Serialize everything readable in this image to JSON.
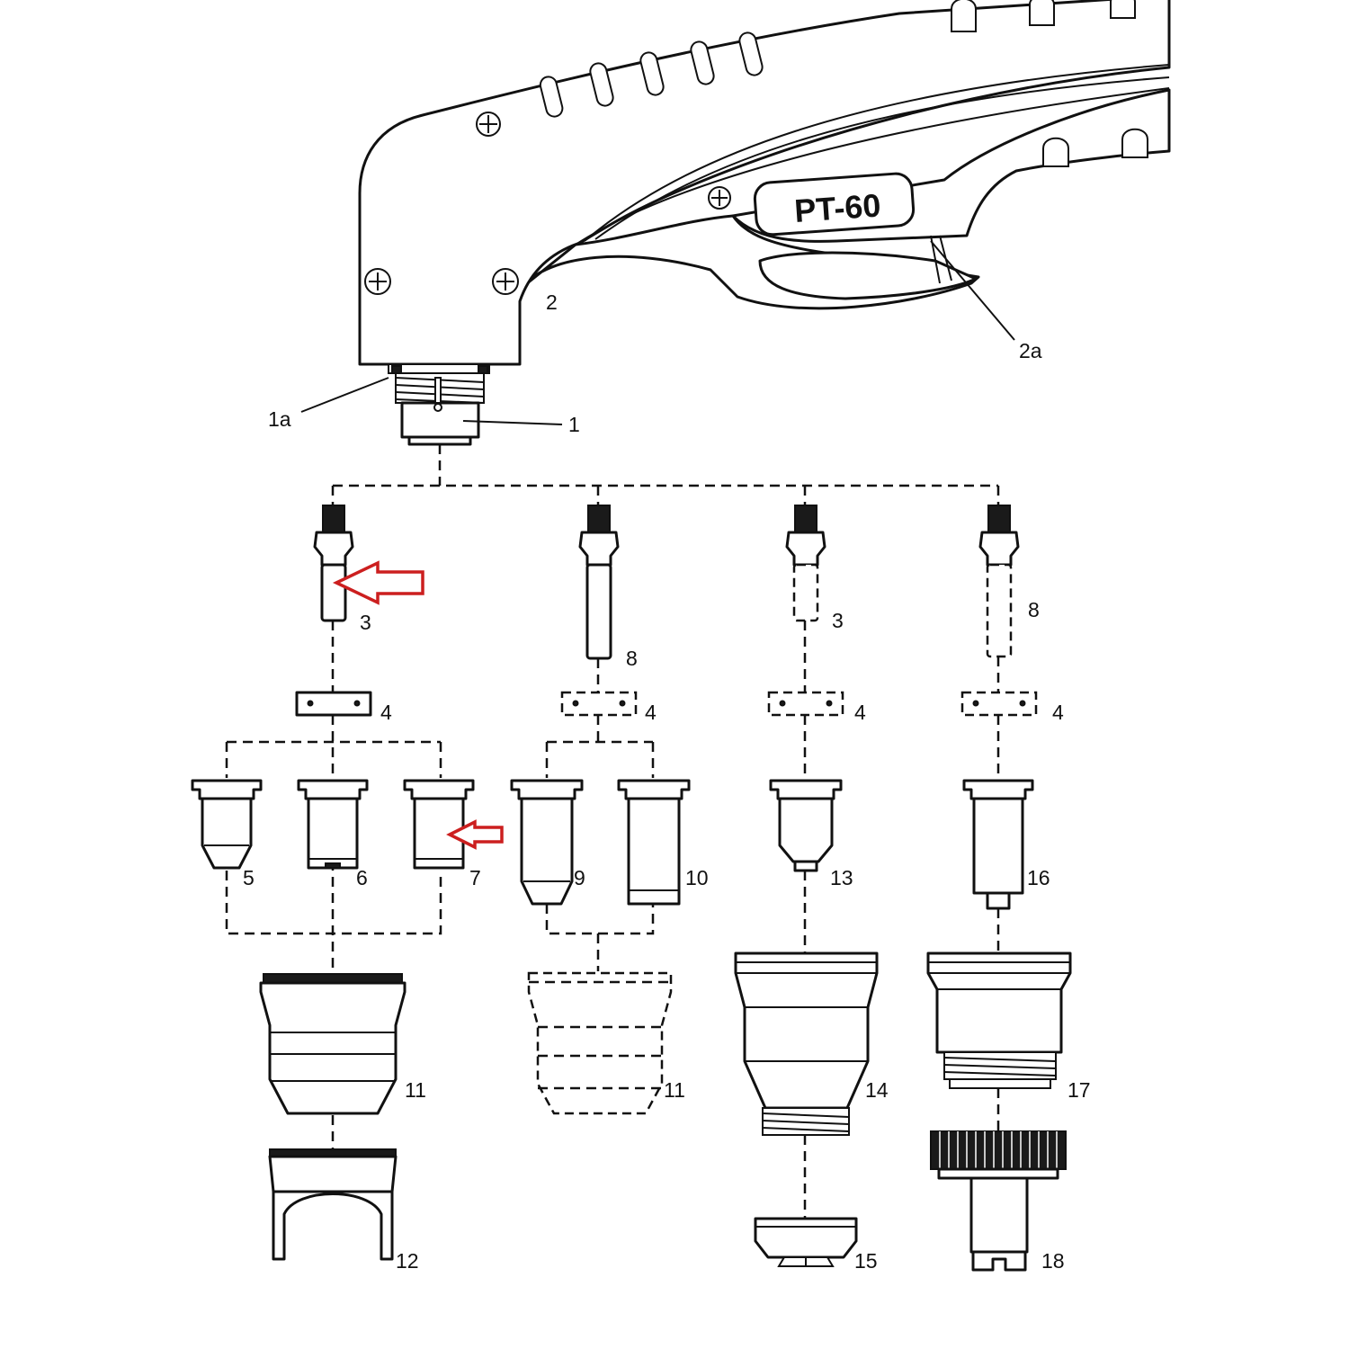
{
  "torch": {
    "model_label": "PT-60"
  },
  "labels": {
    "torch_head": "1",
    "o_ring": "1a",
    "handle": "2",
    "trigger": "2a",
    "electrode_a": "3",
    "electrode_c": "3",
    "electrode_b": "8",
    "electrode_d": "8",
    "diffuser_a": "4",
    "diffuser_b": "4",
    "diffuser_c": "4",
    "diffuser_d": "4",
    "tip_5": "5",
    "tip_6": "6",
    "tip_7": "7",
    "tip_9": "9",
    "tip_10": "10",
    "tip_13": "13",
    "tip_16": "16",
    "cup_11a": "11",
    "cup_11b": "11",
    "cup_14": "14",
    "cup_17": "17",
    "standoff_12": "12",
    "shield_15": "15",
    "cap_18": "18"
  },
  "highlights": {
    "color": "#cc1f1f",
    "targets": [
      "electrode_a",
      "tip_7"
    ]
  }
}
